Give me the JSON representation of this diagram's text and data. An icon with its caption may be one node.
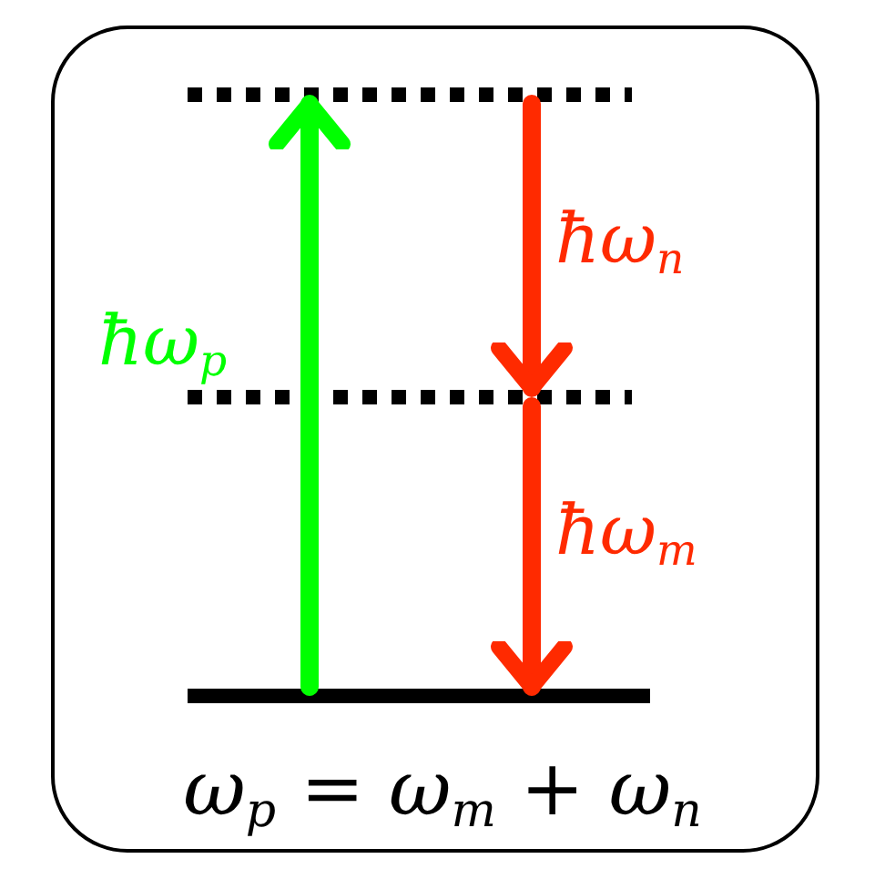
{
  "diagram": {
    "nodes": [
      {
        "text": [],
        "shape": "bar"
      },
      {
        "text": [],
        "shape": "bar"
      },
      {
        "text": [],
        "shape": "bar"
      }
    ],
    "edges": [
      {
        "from": 2,
        "to": 0,
        "arrow": "to",
        "label": "ħω$_{p}$",
        "color": "#00ff00"
      },
      {
        "from": 0,
        "to": 1,
        "arrow": "to",
        "label": "ħω$_{n}$",
        "color": "#ff2a00"
      },
      {
        "from": 1,
        "to": 2,
        "arrow": "to",
        "label": "ħω$_{m}$",
        "color": "#ff2a00"
      }
    ],
    "labels": [
      "ω$_{p}$ = ω$_{m}$ + ω$_{n}$"
    ]
  }
}
